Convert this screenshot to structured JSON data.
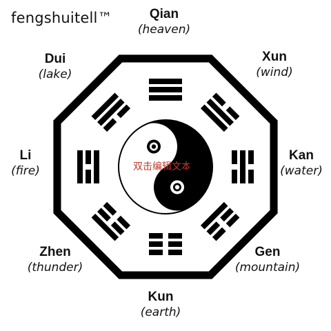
{
  "brand": "fengshuitell™",
  "overlay_text": "双击编辑文本",
  "trigrams": [
    {
      "id": "qian",
      "name": "Qian",
      "meaning": "(heaven)",
      "lines": [
        1,
        1,
        1
      ]
    },
    {
      "id": "xun",
      "name": "Xun",
      "meaning": "(wind)",
      "lines": [
        1,
        1,
        0
      ]
    },
    {
      "id": "kan",
      "name": "Kan",
      "meaning": "(water)",
      "lines": [
        0,
        1,
        0
      ]
    },
    {
      "id": "gen",
      "name": "Gen",
      "meaning": "(mountain)",
      "lines": [
        1,
        0,
        0
      ]
    },
    {
      "id": "kun",
      "name": "Kun",
      "meaning": "(earth)",
      "lines": [
        0,
        0,
        0
      ]
    },
    {
      "id": "zhen",
      "name": "Zhen",
      "meaning": "(thunder)",
      "lines": [
        0,
        0,
        1
      ]
    },
    {
      "id": "li",
      "name": "Li",
      "meaning": "(fire)",
      "lines": [
        1,
        0,
        1
      ]
    },
    {
      "id": "dui",
      "name": "Dui",
      "meaning": "(lake)",
      "lines": [
        0,
        1,
        1
      ]
    }
  ],
  "colors": {
    "ink": "#000000",
    "paper": "#ffffff"
  }
}
